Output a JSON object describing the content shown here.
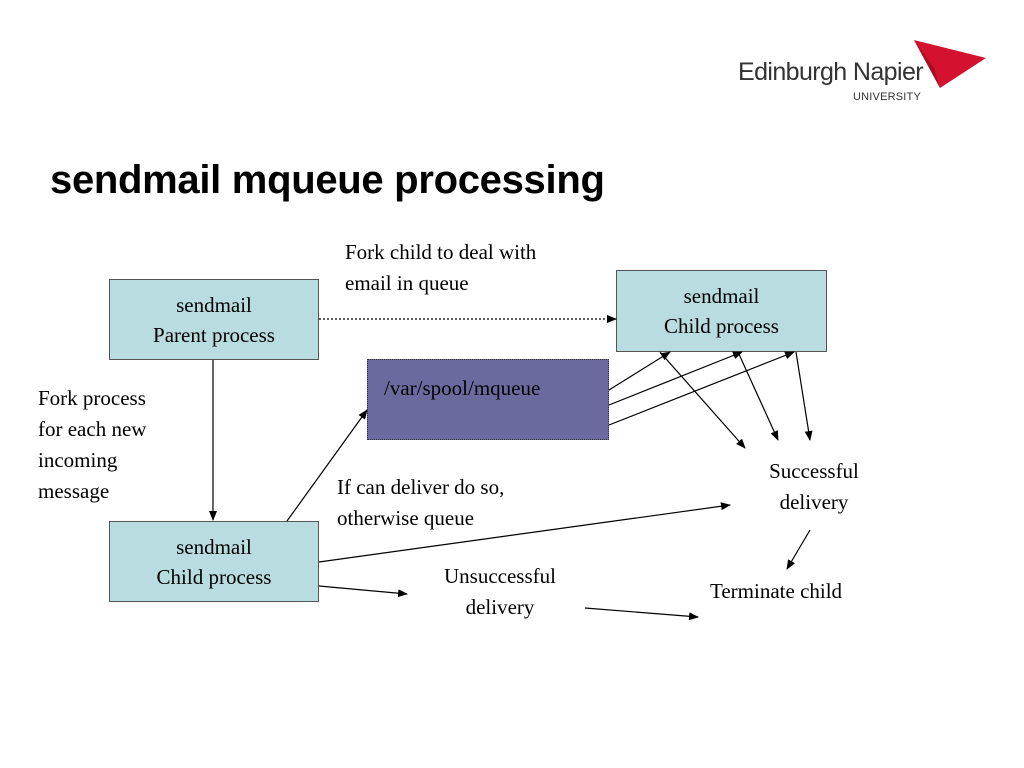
{
  "slide": {
    "title": "sendmail mqueue processing"
  },
  "logo": {
    "name": "Edinburgh Napier",
    "subtitle": "UNIVERSITY",
    "color": "#d4112e"
  },
  "diagram": {
    "parent_box": {
      "line1": "sendmail",
      "line2": "Parent process"
    },
    "child_box_top": {
      "line1": "sendmail",
      "line2": "Child process"
    },
    "child_box_bottom": {
      "line1": "sendmail",
      "line2": "Child process"
    },
    "queue_box": {
      "label": "/var/spool/mqueue"
    },
    "labels": {
      "fork_child_line1": "Fork child to deal with",
      "fork_child_line2": "email in queue",
      "fork_process_line1": "Fork process",
      "fork_process_line2": "for each new",
      "fork_process_line3": "incoming",
      "fork_process_line4": "message",
      "if_deliver_line1": "If can deliver do so,",
      "if_deliver_line2": "otherwise queue",
      "successful_line1": "Successful",
      "successful_line2": "delivery",
      "unsuccessful_line1": "Unsuccessful",
      "unsuccessful_line2": "delivery",
      "terminate": "Terminate child"
    },
    "colors": {
      "box_fill": "#b8dce0",
      "queue_fill": "#6a6a9e"
    }
  }
}
